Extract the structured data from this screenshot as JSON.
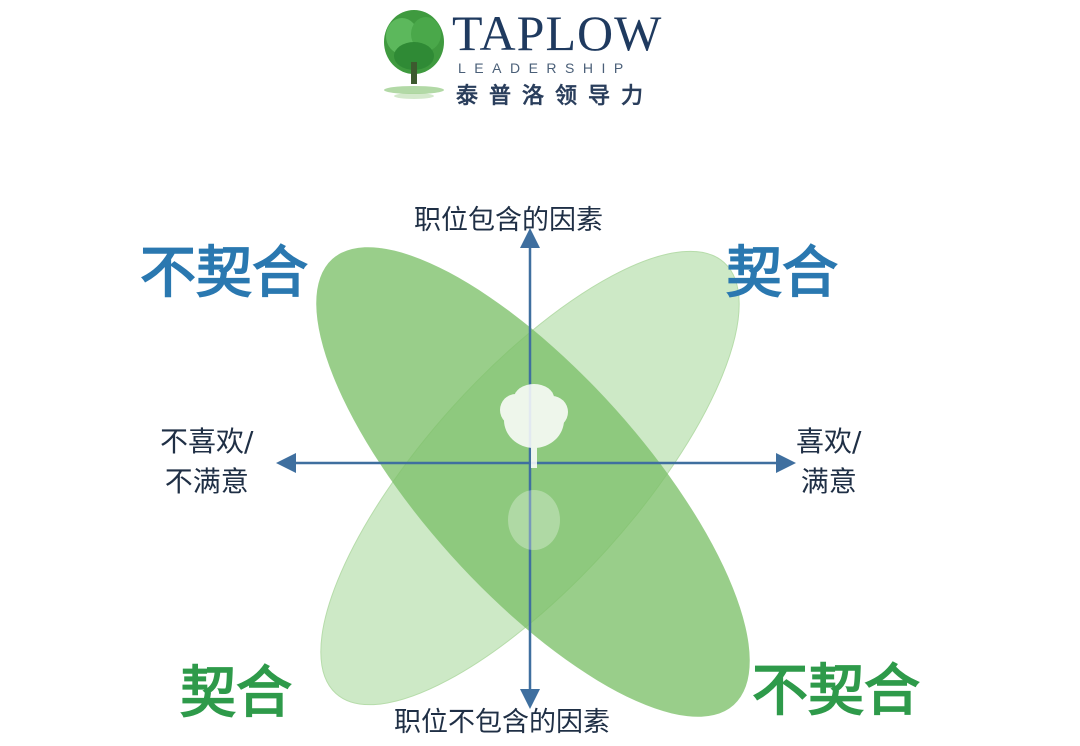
{
  "logo": {
    "wordmark": "TAPLOW",
    "subtitle": "LEADERSHIP",
    "chinese": "泰普洛领导力",
    "icon": "tree-icon"
  },
  "axes": {
    "top": "职位包含的因素",
    "bottom": "职位不包含的因素",
    "left_line1": "不喜欢/",
    "left_line2": "不满意",
    "right_line1": "喜欢/",
    "right_line2": "满意"
  },
  "quadrants": {
    "top_left": "不契合",
    "top_right": "契合",
    "bottom_left": "契合",
    "bottom_right": "不契合"
  },
  "colors": {
    "fit_blue": "#2a78b0",
    "fit_green": "#2e9a4a",
    "axis": "#3f6f9f",
    "ellipse_dark": "#7cc069",
    "ellipse_light": "#cbe8c3"
  }
}
